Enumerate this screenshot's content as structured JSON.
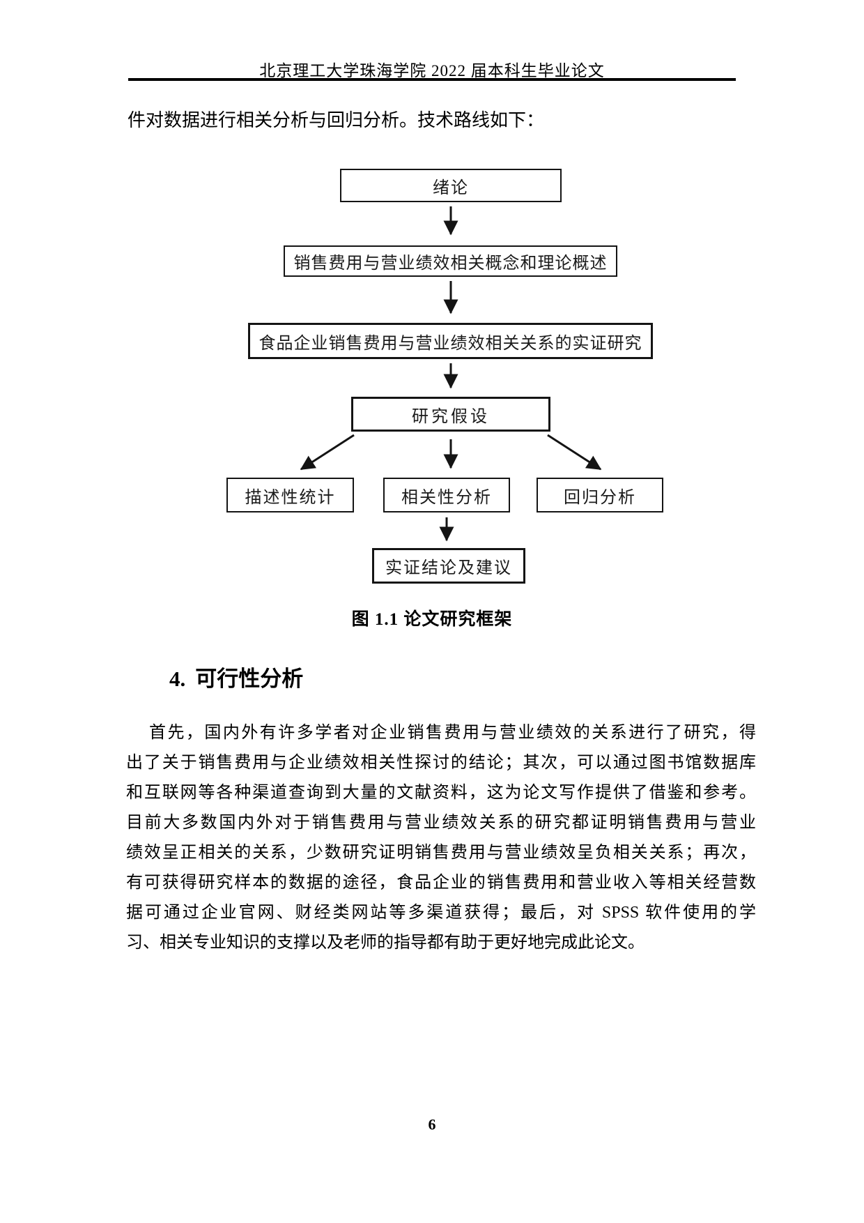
{
  "header": {
    "title": "北京理工大学珠海学院 2022 届本科生毕业论文"
  },
  "intro_line": "件对数据进行相关分析与回归分析。技术路线如下：",
  "flowchart": {
    "nodes": [
      {
        "label": "绪论"
      },
      {
        "label": "销售费用与营业绩效相关概念和理论概述"
      },
      {
        "label": "食品企业销售费用与营业绩效相关关系的实证研究"
      },
      {
        "label": "研究假设"
      },
      {
        "label": "描述性统计"
      },
      {
        "label": "相关性分析"
      },
      {
        "label": "回归分析"
      },
      {
        "label": "实证结论及建议"
      }
    ]
  },
  "figure": {
    "caption": "图 1.1 论文研究框架"
  },
  "section": {
    "number": "4.",
    "title": "可行性分析",
    "paragraph_lines": [
      "首先，国内外有许多学者对企业销售费用与营业绩效的关系进行了研究，得",
      "出了关于销售费用与企业绩效相关性探讨的结论；其次，可以通过图书馆数据库",
      "和互联网等各种渠道查询到大量的文献资料，这为论文写作提供了借鉴和参考。",
      "目前大多数国内外对于销售费用与营业绩效关系的研究都证明销售费用与营业",
      "绩效呈正相关的关系，少数研究证明销售费用与营业绩效呈负相关关系；再次，",
      "有可获得研究样本的数据的途径，食品企业的销售费用和营业收入等相关经营数",
      "据可通过企业官网、财经类网站等多渠道获得；最后，对 SPSS 软件使用的学",
      "习、相关专业知识的支撑以及老师的指导都有助于更好地完成此论文。"
    ]
  },
  "footer": {
    "page_number": "6"
  }
}
